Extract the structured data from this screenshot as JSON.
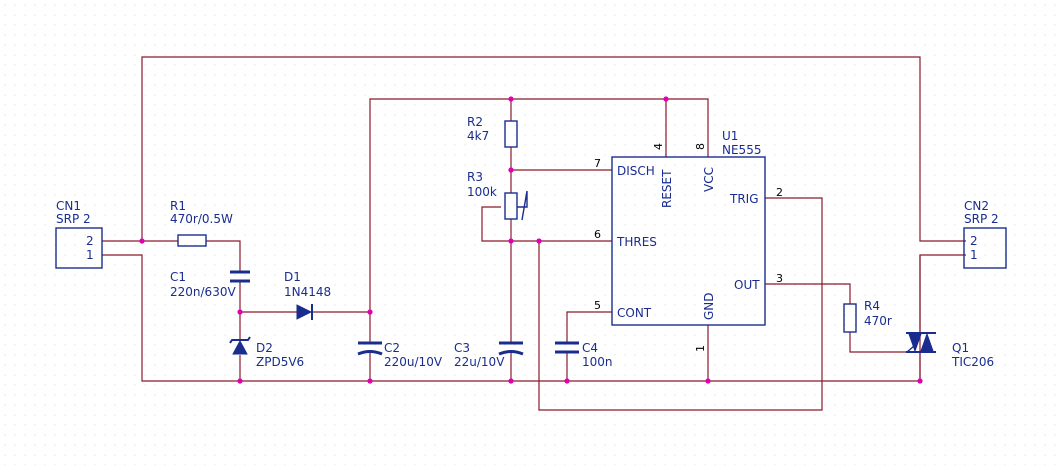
{
  "colors": {
    "wire": "#8b1a2b",
    "component": "#1a2d8f",
    "junction": "#e000b0",
    "grid": "#c8c8c8",
    "background": "#ffffff"
  },
  "components": {
    "cn1": {
      "ref": "CN1",
      "value": "SRP 2",
      "pin_top": "2",
      "pin_bottom": "1"
    },
    "cn2": {
      "ref": "CN2",
      "value": "SRP 2",
      "pin_top": "2",
      "pin_bottom": "1"
    },
    "r1": {
      "ref": "R1",
      "value": "470r/0.5W"
    },
    "c1": {
      "ref": "C1",
      "value": "220n/630V"
    },
    "d1": {
      "ref": "D1",
      "value": "1N4148"
    },
    "d2": {
      "ref": "D2",
      "value": "ZPD5V6"
    },
    "c2": {
      "ref": "C2",
      "value": "220u/10V"
    },
    "r2": {
      "ref": "R2",
      "value": "4k7"
    },
    "r3": {
      "ref": "R3",
      "value": "100k"
    },
    "c3": {
      "ref": "C3",
      "value": "22u/10V"
    },
    "c4": {
      "ref": "C4",
      "value": "100n"
    },
    "r4": {
      "ref": "R4",
      "value": "470r"
    },
    "q1": {
      "ref": "Q1",
      "value": "TIC206"
    },
    "u1": {
      "ref": "U1",
      "value": "NE555",
      "pins": {
        "disch": {
          "name": "DISCH",
          "number": "7"
        },
        "thres": {
          "name": "THRES",
          "number": "6"
        },
        "cont": {
          "name": "CONT",
          "number": "5"
        },
        "reset": {
          "name": "RESET",
          "number": "4"
        },
        "vcc": {
          "name": "VCC",
          "number": "8"
        },
        "trig": {
          "name": "TRIG",
          "number": "2"
        },
        "out": {
          "name": "OUT",
          "number": "3"
        },
        "gnd": {
          "name": "GND",
          "number": "1"
        }
      }
    }
  }
}
